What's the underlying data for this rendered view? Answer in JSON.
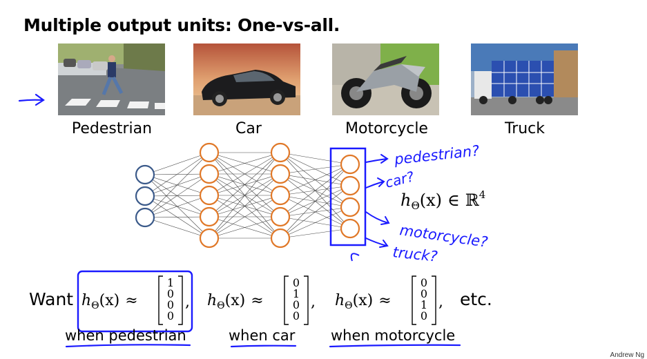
{
  "title": "Multiple output units: One-vs-all.",
  "images": [
    {
      "caption": "Pedestrian",
      "icon": "pedestrian-photo"
    },
    {
      "caption": "Car",
      "icon": "car-photo"
    },
    {
      "caption": "Motorcycle",
      "icon": "motorcycle-photo"
    },
    {
      "caption": "Truck",
      "icon": "truck-photo"
    }
  ],
  "network": {
    "layers": [
      3,
      5,
      5,
      4
    ],
    "input_color": "#3b5a8a",
    "hidden_color": "#e07828",
    "annot_color": "#1a1aff"
  },
  "annotations": {
    "out1": "pedestrian?",
    "out2": "car?",
    "out3": "motorcycle?",
    "out4": "truck?"
  },
  "hypothesis": {
    "lhs": "h",
    "sub": "Θ",
    "arg": "(x)",
    "rel": "∈",
    "space": "ℝ",
    "exp": "4"
  },
  "want": {
    "label": "Want",
    "vectors": [
      {
        "values": [
          "1",
          "0",
          "0",
          "0"
        ],
        "caption": "when pedestrian"
      },
      {
        "values": [
          "0",
          "1",
          "0",
          "0"
        ],
        "caption": "when car"
      },
      {
        "values": [
          "0",
          "0",
          "1",
          "0"
        ],
        "caption": "when motorcycle"
      }
    ],
    "etc": "etc.",
    "approx": "≈"
  },
  "credit": "Andrew Ng"
}
